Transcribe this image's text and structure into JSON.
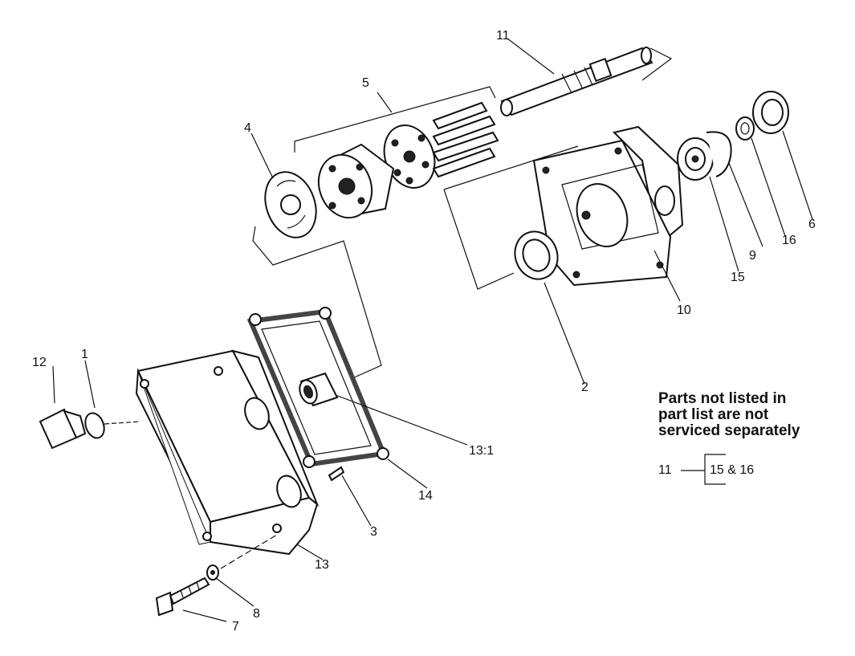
{
  "callouts": {
    "c1": "1",
    "c2": "2",
    "c3": "3",
    "c4": "4",
    "c5": "5",
    "c6": "6",
    "c7": "7",
    "c8": "8",
    "c9": "9",
    "c10": "10",
    "c11": "11",
    "c12": "12",
    "c13": "13",
    "c13_1": "13:1",
    "c14": "14",
    "c15": "15",
    "c16": "16"
  },
  "note": {
    "lines": [
      "Parts not listed in",
      "part list are not",
      "serviced separately"
    ]
  },
  "reference": {
    "part": "11",
    "includes": "15 & 16"
  }
}
